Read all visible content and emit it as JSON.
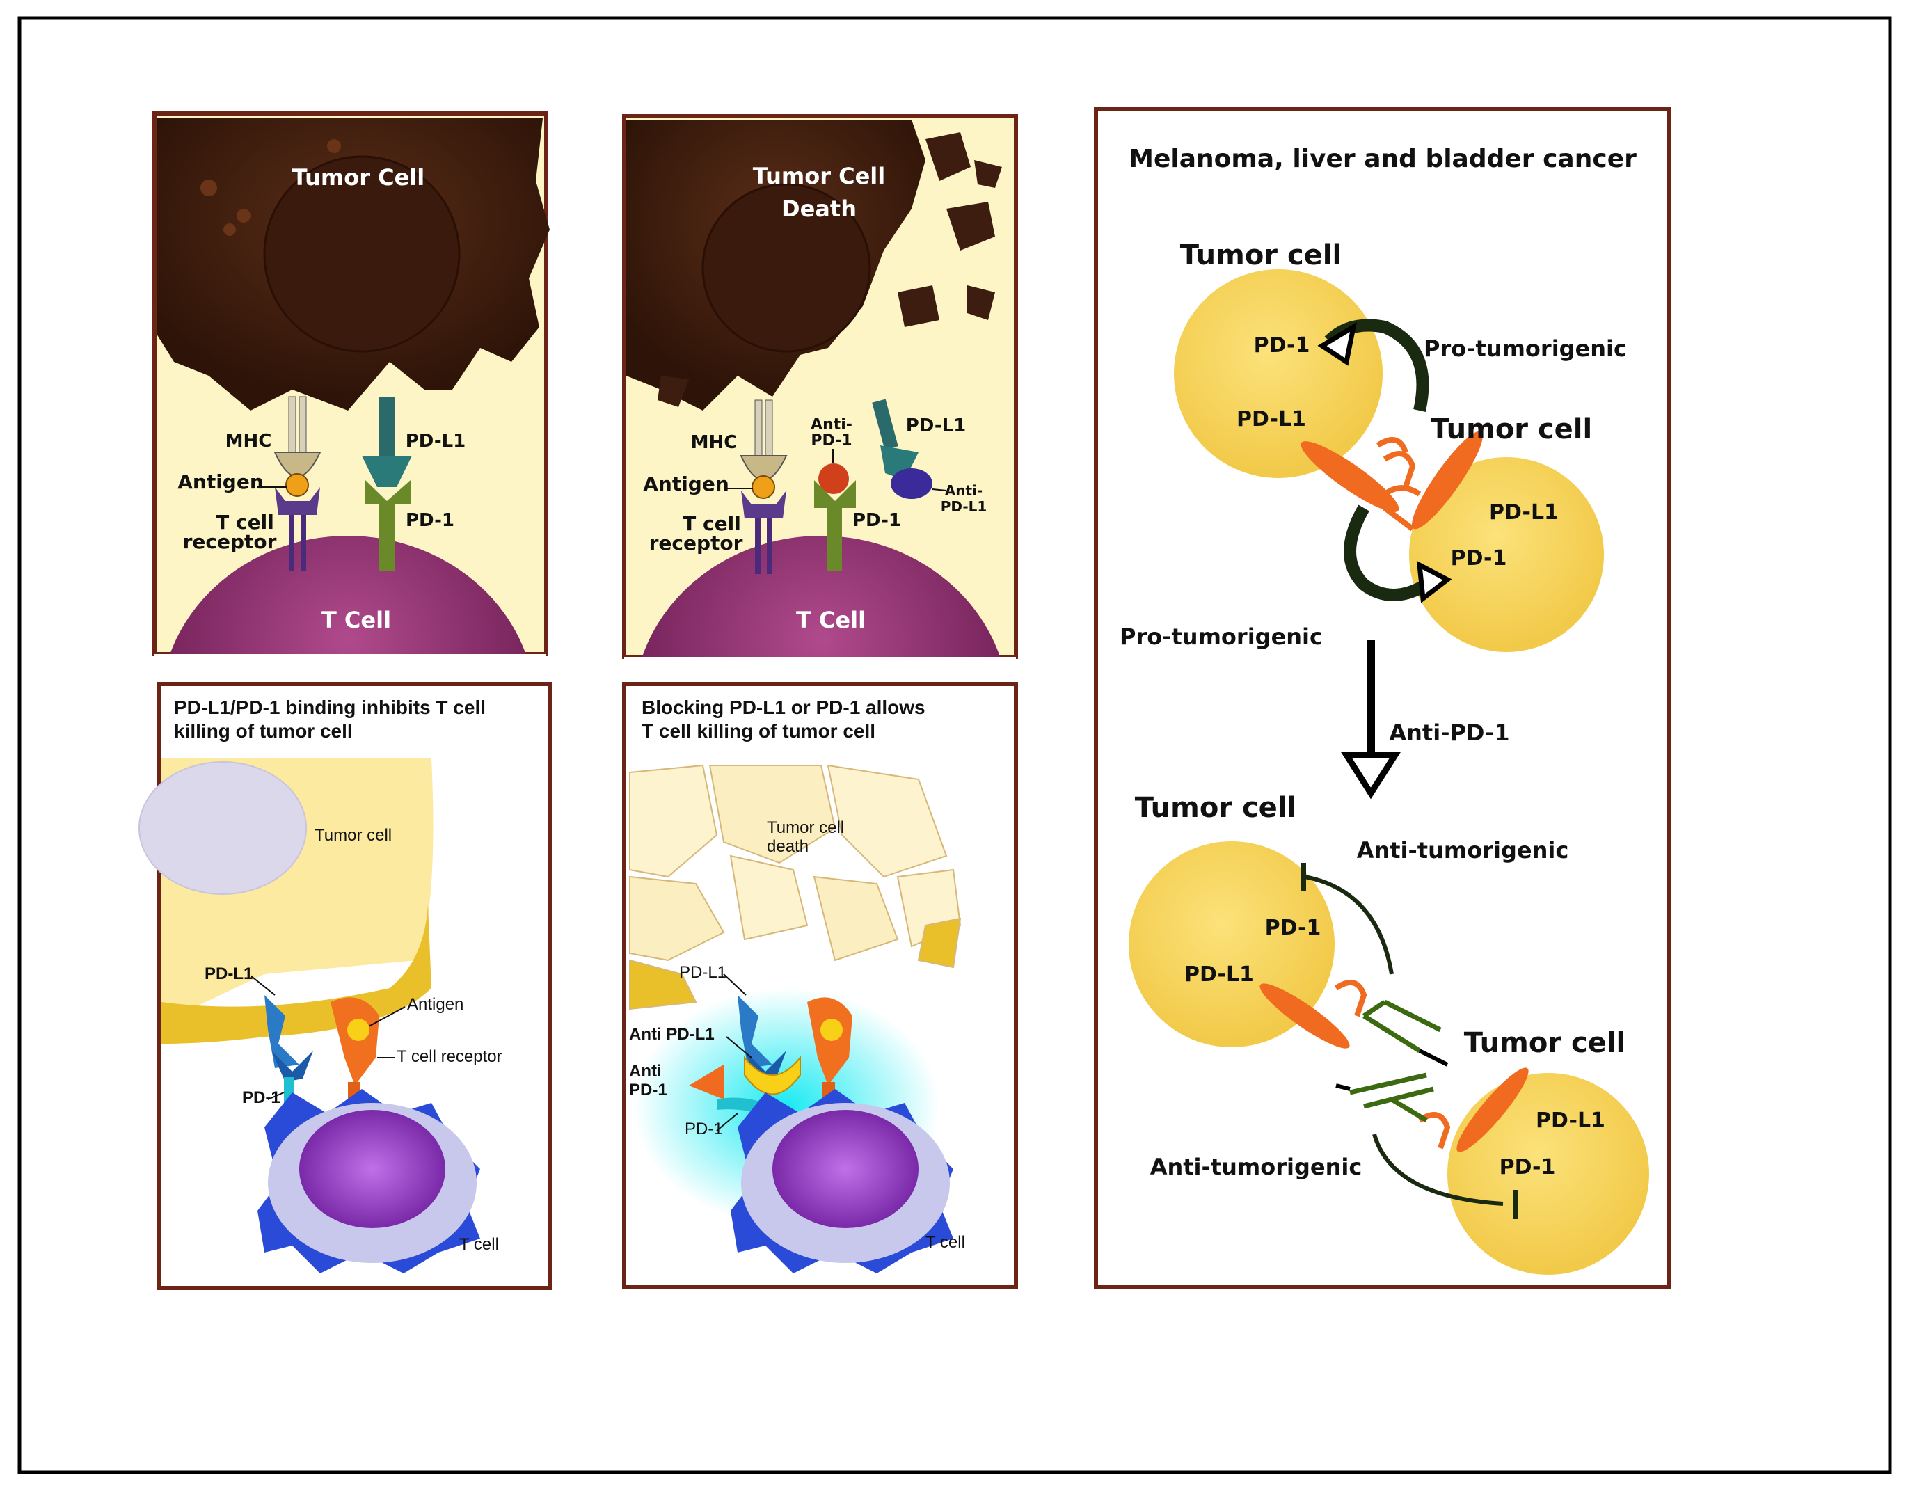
{
  "panel_a": {
    "tumor": "Tumor Cell",
    "tcell": "T Cell",
    "mhc": "MHC",
    "antigen": "Antigen",
    "tcr_1": "T cell",
    "tcr_2": "receptor",
    "pdl1": "PD-L1",
    "pd1": "PD-1"
  },
  "panel_b": {
    "tumor_1": "Tumor Cell",
    "tumor_2": "Death",
    "tcell": "T Cell",
    "mhc": "MHC",
    "antigen": "Antigen",
    "tcr_1": "T cell",
    "tcr_2": "receptor",
    "anti_pd1_1": "Anti-",
    "anti_pd1_2": "PD-1",
    "pdl1": "PD-L1",
    "anti_pdl1_1": "Anti-",
    "anti_pdl1_2": "PD-L1",
    "pd1": "PD-1"
  },
  "panel_c": {
    "title_1": "PD-L1/PD-1 binding inhibits T cell",
    "title_2": "killing of tumor cell",
    "tumor": "Tumor cell",
    "pdl1": "PD-L1",
    "antigen": "Antigen",
    "tcr": "T cell receptor",
    "pd1": "PD-1",
    "tcell": "T cell"
  },
  "panel_d": {
    "title_1": "Blocking PD-L1 or PD-1 allows",
    "title_2": "T cell killing of tumor cell",
    "tumor_1": "Tumor cell",
    "tumor_2": "death",
    "pdl1": "PD-L1",
    "anti_pdl1": "Anti PD-L1",
    "anti_pd1_1": "Anti",
    "anti_pd1_2": "PD-1",
    "pd1": "PD-1",
    "tcell": "T cell"
  },
  "panel_e": {
    "title": "Melanoma, liver and bladder cancer",
    "tumor_a": "Tumor cell",
    "tumor_b": "Tumor cell",
    "tumor_c": "Tumor cell",
    "tumor_d": "Tumor cell",
    "pd1_a": "PD-1",
    "pdl1_a": "PD-L1",
    "pdl1_b": "PD-L1",
    "pd1_b": "PD-1",
    "pro_1": "Pro-tumorigenic",
    "pro_2": "Pro-tumorigenic",
    "anti_pd1": "Anti-PD-1",
    "anti_1": "Anti-tumorigenic",
    "anti_2": "Anti-tumorigenic",
    "pd1_c": "PD-1",
    "pdl1_c": "PD-L1",
    "pdl1_d": "PD-L1",
    "pd1_d": "PD-1"
  },
  "colors": {
    "frame": "#6b2416",
    "tumor_brown": "#3d1d10",
    "tcell_magenta": "#8e2f6e",
    "cream": "#fdf5c6",
    "yellow_cell": "#f7d65a",
    "orange_ligand": "#f06a20",
    "green_antibody": "#3b6a10"
  }
}
